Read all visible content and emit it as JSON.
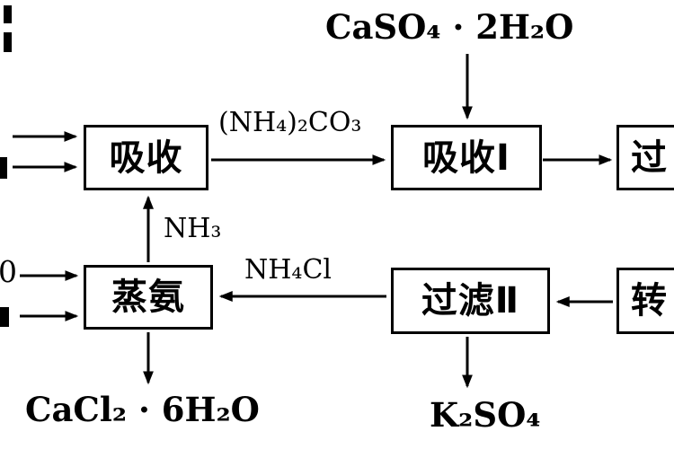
{
  "diagram": {
    "top_feed": "CaSO₄ · 2H₂O",
    "boxes": {
      "absorb": "吸收",
      "absorb_I": "吸收Ⅰ",
      "filter_I_clipped": "过",
      "ammonia_still": "蒸氨",
      "filter_II": "过滤Ⅱ",
      "convert_clipped": "转"
    },
    "streams": {
      "ammonium_carbonate": "(NH₄)₂CO₃",
      "ammonia": "NH₃",
      "ammonium_chloride": "NH₄Cl"
    },
    "products": {
      "calcium_chloride": "CaCl₂ · 6H₂O",
      "potassium_sulfate": "K₂SO₄"
    },
    "clipped_left_text": "0"
  }
}
